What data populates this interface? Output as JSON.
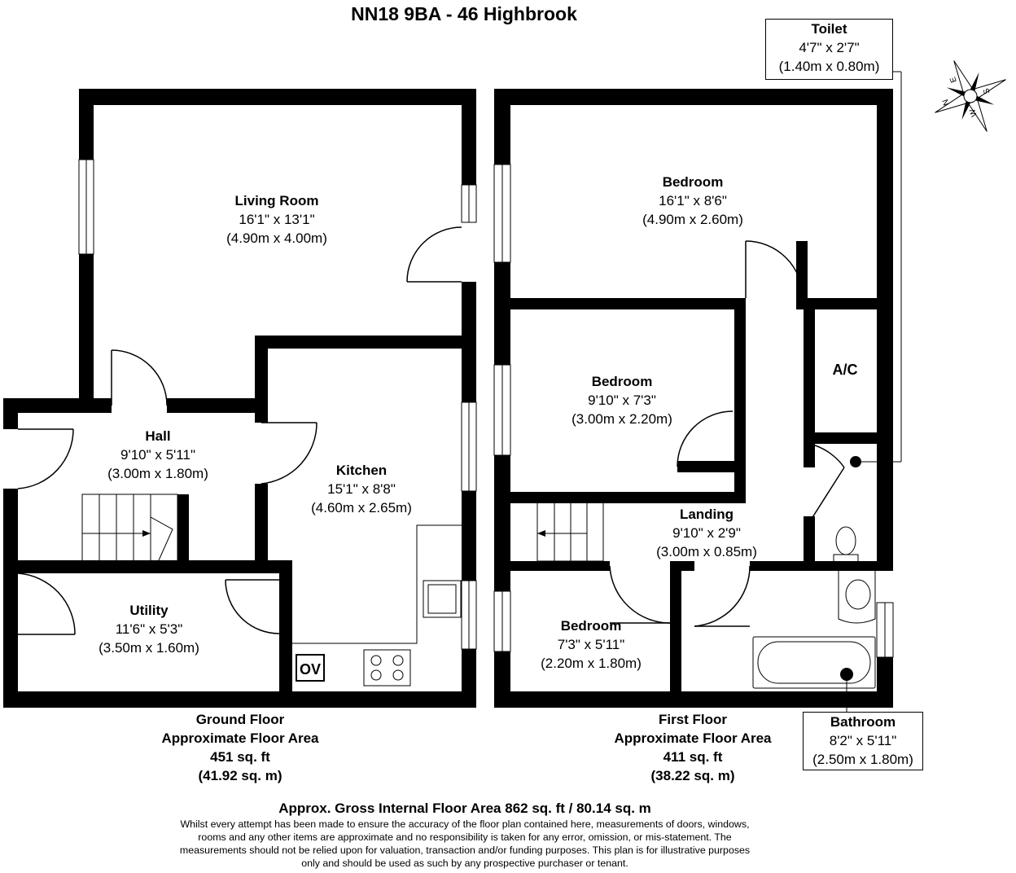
{
  "title": "NN18 9BA - 46 Highbrook",
  "rooms": {
    "living": {
      "name": "Living Room",
      "dim1": "16'1\" x 13'1\"",
      "dim2": "(4.90m x 4.00m)"
    },
    "hall": {
      "name": "Hall",
      "dim1": "9'10\" x 5'11\"",
      "dim2": "(3.00m x 1.80m)"
    },
    "kitchen": {
      "name": "Kitchen",
      "dim1": "15'1\" x 8'8\"",
      "dim2": "(4.60m x 2.65m)"
    },
    "utility": {
      "name": "Utility",
      "dim1": "11'6\" x 5'3\"",
      "dim2": "(3.50m x 1.60m)"
    },
    "bedroom1": {
      "name": "Bedroom",
      "dim1": "16'1\" x 8'6\"",
      "dim2": "(4.90m x 2.60m)"
    },
    "bedroom2": {
      "name": "Bedroom",
      "dim1": "9'10\" x 7'3\"",
      "dim2": "(3.00m x 2.20m)"
    },
    "landing": {
      "name": "Landing",
      "dim1": "9'10\" x 2'9\"",
      "dim2": "(3.00m x 0.85m)"
    },
    "bedroom3": {
      "name": "Bedroom",
      "dim1": "7'3\" x 5'11\"",
      "dim2": "(2.20m x 1.80m)"
    },
    "toilet": {
      "name": "Toilet",
      "dim1": "4'7\" x 2'7\"",
      "dim2": "(1.40m x 0.80m)"
    },
    "bathroom": {
      "name": "Bathroom",
      "dim1": "8'2\" x 5'11\"",
      "dim2": "(2.50m x 1.80m)"
    }
  },
  "fixtures": {
    "oven": "OV",
    "airing_cupboard": "A/C"
  },
  "ground_floor": {
    "line1": "Ground Floor",
    "line2": "Approximate Floor Area",
    "line3": "451 sq. ft",
    "line4": "(41.92 sq. m)"
  },
  "first_floor": {
    "line1": "First Floor",
    "line2": "Approximate Floor Area",
    "line3": "411 sq. ft",
    "line4": "(38.22 sq. m)"
  },
  "gross_area": "Approx. Gross Internal Floor Area 862 sq. ft / 80.14 sq. m",
  "disclaimer": [
    "Whilst every attempt has been made to ensure the accuracy of the floor plan contained here, measurements of doors, windows,",
    "rooms and any other items are approximate and no responsibility is taken for any error, omission, or mis-statement. The",
    "measurements should not be relied upon for valuation, transaction and/or funding purposes. This plan is for illustrative purposes",
    "only and should be used as such by any prospective purchaser or tenant."
  ],
  "compass": {
    "n": "N",
    "e": "E",
    "s": "S",
    "w": "W"
  }
}
